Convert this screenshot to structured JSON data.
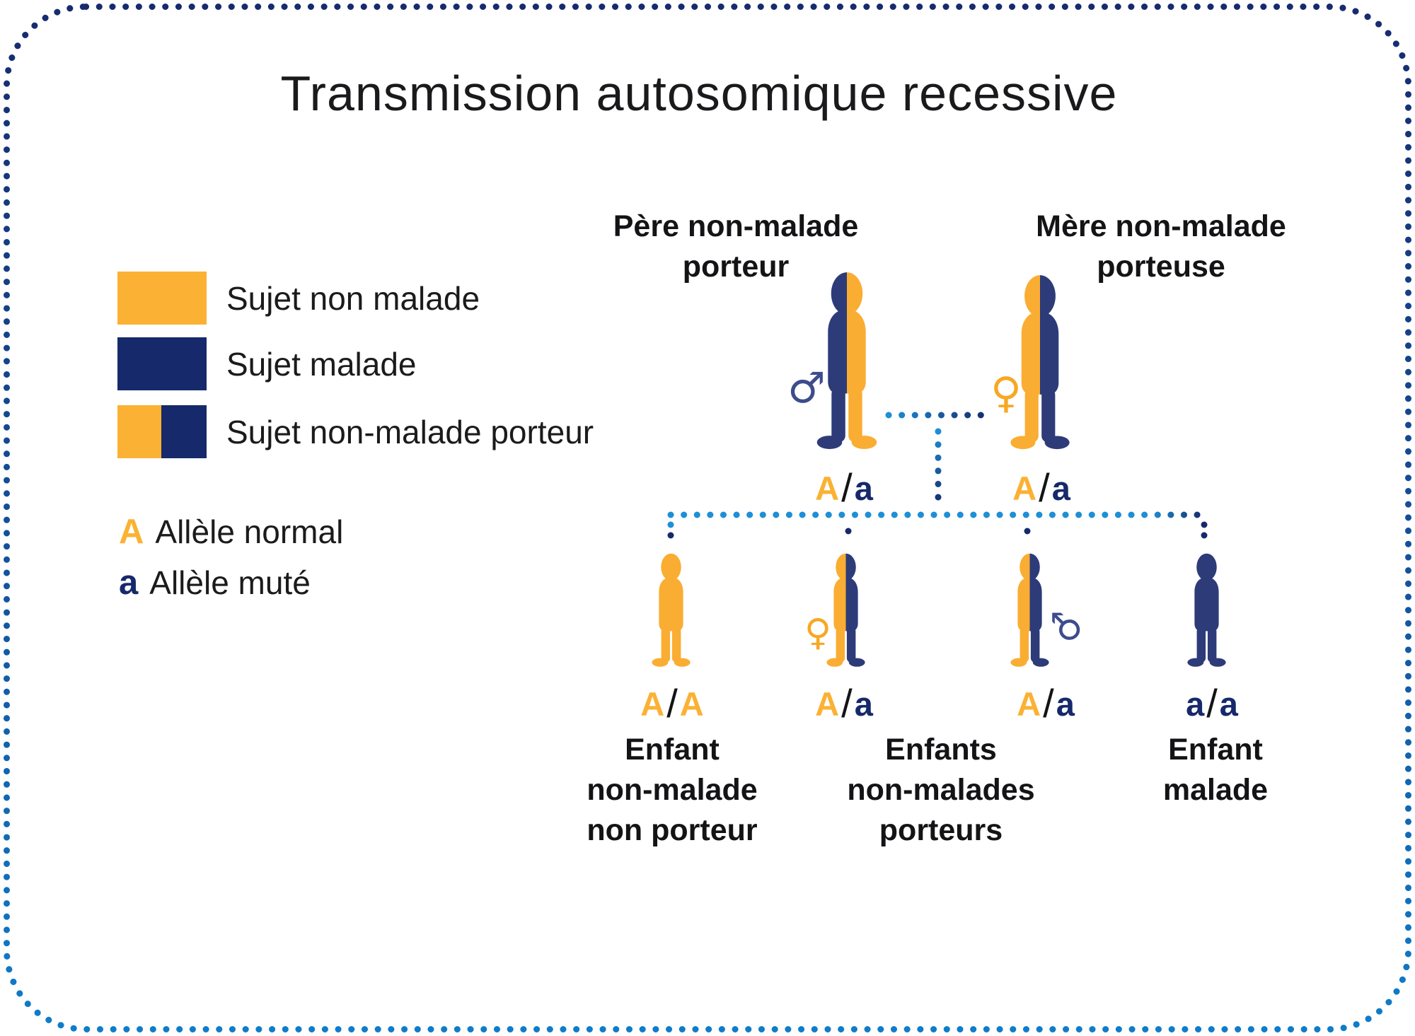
{
  "title": "Transmission autosomique recessive",
  "colors": {
    "orange": "#FBB133",
    "navy": "#16296B",
    "fig_orange": "#FAAD33",
    "fig_navy": "#2D3B79",
    "dot_blue": "#1E8FD5",
    "text_dark": "#1B1B1D",
    "border_top": "#172A6E",
    "border_mid": "#13529D",
    "border_bottom": "#0F7DCB"
  },
  "legend": {
    "items": [
      {
        "label": "Sujet non malade",
        "swatch": "orange"
      },
      {
        "label": "Sujet malade",
        "swatch": "navy"
      },
      {
        "label": "Sujet non-malade porteur",
        "swatch": "half-orange-navy"
      }
    ],
    "alleles": [
      {
        "symbol": "A",
        "label": "Allèle normal",
        "color": "orange"
      },
      {
        "symbol": "a",
        "label": "Allèle muté",
        "color": "navy"
      }
    ]
  },
  "parents": {
    "father": {
      "label_line1": "Père non-malade",
      "label_line2": "porteur",
      "gender_symbol": "♂",
      "genotype": {
        "left": "A",
        "sep": "/",
        "right": "a"
      }
    },
    "mother": {
      "label_line1": "Mère non-malade",
      "label_line2": "porteuse",
      "gender_symbol": "♀",
      "genotype": {
        "left": "A",
        "sep": "/",
        "right": "a"
      }
    }
  },
  "children": [
    {
      "genotype": {
        "left": "A",
        "sep": "/",
        "right": "A"
      },
      "label_lines": [
        "Enfant",
        "non-malade",
        "non porteur"
      ]
    },
    {
      "genotype": {
        "left": "A",
        "sep": "/",
        "right": "a"
      },
      "gender_symbol": "♀"
    },
    {
      "genotype": {
        "left": "A",
        "sep": "/",
        "right": "a"
      },
      "gender_symbol": "♂"
    },
    {
      "genotype": {
        "left": "a",
        "sep": "/",
        "right": "a"
      },
      "label_lines": [
        "Enfant",
        "malade"
      ]
    }
  ],
  "shared_child_label": [
    "Enfants",
    "non-malades",
    "porteurs"
  ]
}
